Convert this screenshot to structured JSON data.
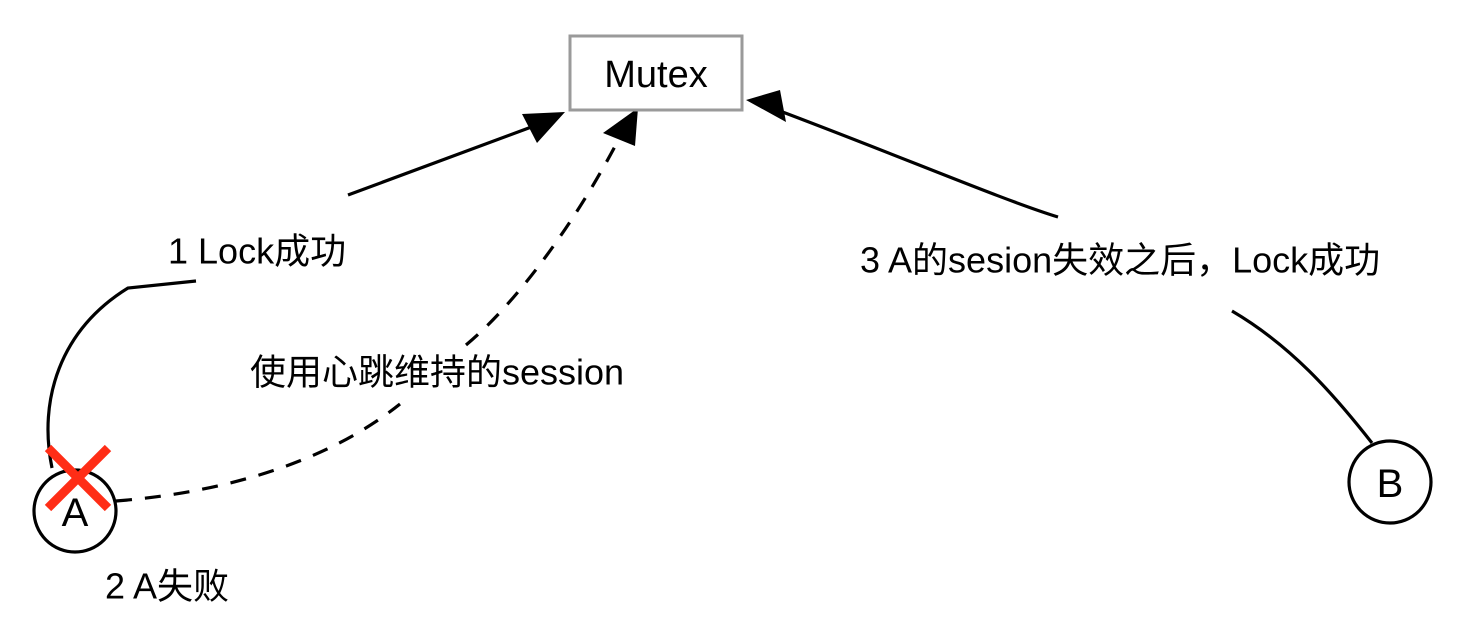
{
  "diagram": {
    "title": "Mutex lock with heartbeat session",
    "background_color": "#ffffff",
    "line_color": "#000000",
    "box_border_color": "#9a9a9a",
    "cross_color": "#ff2d16"
  },
  "nodes": {
    "mutex": {
      "label": "Mutex",
      "shape": "rectangle"
    },
    "client_a": {
      "label": "A",
      "shape": "circle",
      "state": "failed"
    },
    "client_b": {
      "label": "B",
      "shape": "circle",
      "state": "active"
    }
  },
  "edges": [
    {
      "id": "a-lock-success",
      "from": "client_a",
      "to": "mutex",
      "style": "solid",
      "arrow": true,
      "label": "1 Lock成功"
    },
    {
      "id": "a-heartbeat-session",
      "from": "client_a",
      "to": "mutex",
      "style": "dashed",
      "arrow": true,
      "label": "使用心跳维持的session"
    },
    {
      "id": "b-lock-success",
      "from": "client_b",
      "to": "mutex",
      "style": "solid",
      "arrow": true,
      "label": "3 A的sesion失效之后，Lock成功"
    }
  ],
  "annotations": [
    {
      "id": "a-failure",
      "label": "2 A失败",
      "attached_to": "client_a"
    }
  ]
}
